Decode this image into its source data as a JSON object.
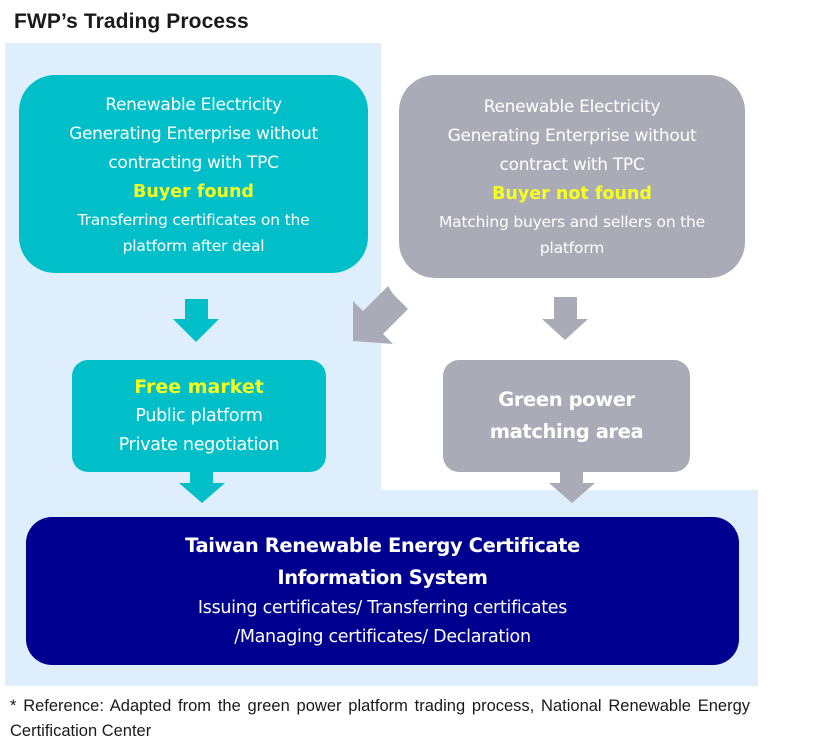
{
  "title": "FWP’s Trading Process",
  "colors": {
    "background_region": "#dfeefc",
    "teal": "#00bfc8",
    "gray": "#a9abb6",
    "navy": "#000090",
    "highlight": "#f6ff1f"
  },
  "nodes": {
    "buyer_found": {
      "lines": [
        "Renewable Electricity",
        "Generating Enterprise without",
        "contracting with TPC"
      ],
      "highlight": "Buyer found",
      "sub": [
        "Transferring certificates on the",
        "platform after deal"
      ]
    },
    "buyer_not_found": {
      "lines": [
        "Renewable Electricity",
        "Generating Enterprise without",
        "contract with TPC"
      ],
      "highlight": "Buyer not found",
      "sub": [
        "Matching buyers and sellers on the",
        "platform"
      ]
    },
    "free_market": {
      "highlight": "Free market",
      "lines": [
        "Public platform",
        "Private negotiation"
      ]
    },
    "green_power": {
      "lines": [
        "Green power",
        "matching area"
      ]
    },
    "info_system": {
      "title": [
        "Taiwan Renewable Energy Certificate",
        "Information System"
      ],
      "lines": [
        "Issuing certificates/ Transferring certificates",
        "/Managing certificates/ Declaration"
      ]
    }
  },
  "edges": [
    {
      "from": "buyer_found",
      "to": "free_market"
    },
    {
      "from": "buyer_not_found",
      "to": "free_market"
    },
    {
      "from": "buyer_not_found",
      "to": "green_power"
    },
    {
      "from": "free_market",
      "to": "info_system"
    },
    {
      "from": "green_power",
      "to": "info_system"
    }
  ],
  "footnote": "* Reference: Adapted from the green power platform trading process, National Renewable Energy Certification Center"
}
